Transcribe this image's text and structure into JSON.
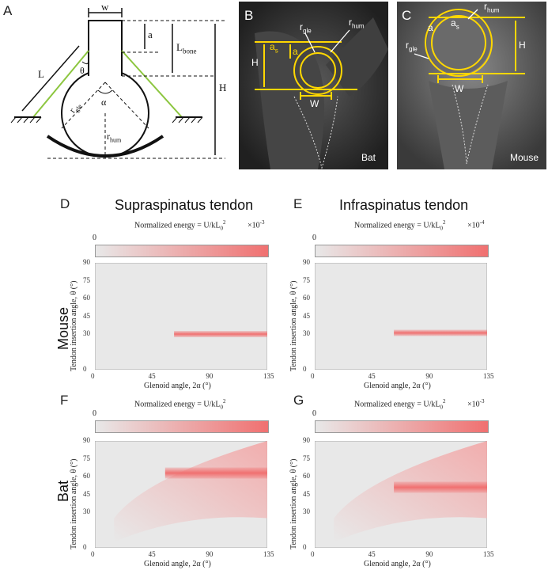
{
  "panel_labels": {
    "A": "A",
    "B": "B",
    "C": "C",
    "D": "D",
    "E": "E",
    "F": "F",
    "G": "G"
  },
  "schematic": {
    "w": "w",
    "a": "a",
    "L_bone": "L",
    "L_bone_sub": "bone",
    "H": "H",
    "L": "L",
    "theta": "θ",
    "alpha": "α",
    "r_gle": "r",
    "r_gle_sub": "gle",
    "r_hum": "r",
    "r_hum_sub": "hum"
  },
  "micro_bat": {
    "caption": "Bat",
    "labels": {
      "r_gle": "r",
      "r_gle_sub": "gle",
      "r_hum": "r",
      "r_hum_sub": "hum",
      "a_s": "a",
      "a_s_sub": "s",
      "a": "a",
      "H": "H",
      "W": "W"
    }
  },
  "micro_mouse": {
    "caption": "Mouse",
    "labels": {
      "r_hum": "r",
      "r_hum_sub": "hum",
      "r_gle": "r",
      "r_gle_sub": "gle",
      "a": "a",
      "a_s": "a",
      "a_s_sub": "s",
      "H": "H",
      "W": "W"
    }
  },
  "column_titles": {
    "left": "Supraspinatus tendon",
    "right": "Infraspinatus tendon"
  },
  "row_labels": {
    "top": "Mouse",
    "bottom": "Bat"
  },
  "colorbar": {
    "title": "Normalized energy = U/kL",
    "title_sub": "0",
    "title_sup": "2",
    "zero": "0",
    "scales": {
      "D": "×10",
      "D_exp": "-3",
      "E": "×10",
      "E_exp": "-4",
      "F": "",
      "F_exp": "",
      "G": "×10",
      "G_exp": "-3"
    },
    "colors": {
      "low": "#e8e8e8",
      "high": "#f07070"
    }
  },
  "axes": {
    "xlabel": "Glenoid angle, 2α (°)",
    "ylabel": "Tendon insertion angle, θ (°)",
    "xticks": [
      "0",
      "45",
      "90",
      "135"
    ],
    "yticks": [
      "0",
      "30",
      "45",
      "60",
      "75",
      "90"
    ]
  },
  "chart_data": [
    {
      "panel": "D",
      "type": "heatmap",
      "xlim": [
        0,
        135
      ],
      "ylim": [
        0,
        90
      ],
      "band": {
        "x_start": 62,
        "x_end": 135,
        "y_center": 30
      }
    },
    {
      "panel": "E",
      "type": "heatmap",
      "xlim": [
        0,
        135
      ],
      "ylim": [
        0,
        90
      ],
      "band": {
        "x_start": 62,
        "x_end": 135,
        "y_center": 31
      }
    },
    {
      "panel": "F",
      "type": "heatmap",
      "xlim": [
        0,
        135
      ],
      "ylim": [
        0,
        90
      ],
      "band": {
        "x_start": 55,
        "x_end": 135,
        "y_center": 63
      }
    },
    {
      "panel": "G",
      "type": "heatmap",
      "xlim": [
        0,
        135
      ],
      "ylim": [
        0,
        90
      ],
      "band": {
        "x_start": 62,
        "x_end": 135,
        "y_center": 51
      }
    }
  ]
}
